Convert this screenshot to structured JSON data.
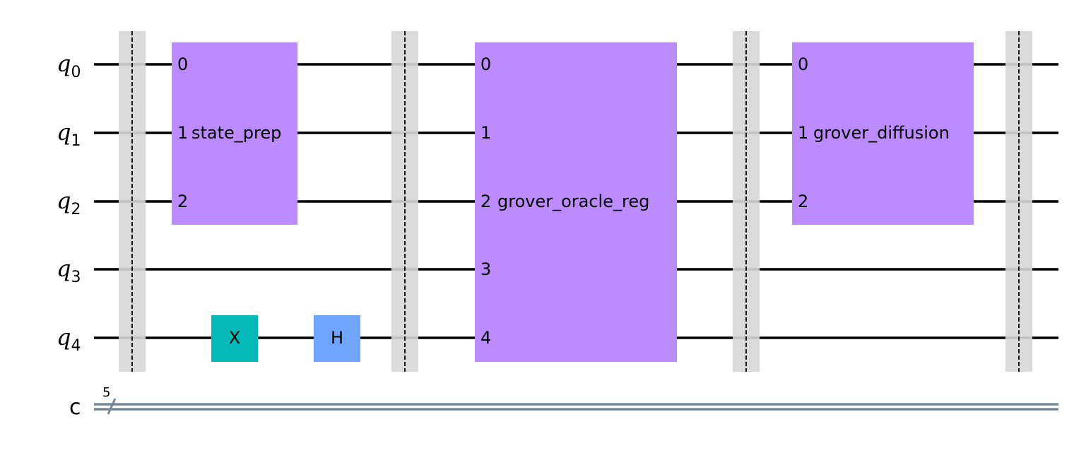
{
  "qubits": [
    {
      "base": "q",
      "index": "0"
    },
    {
      "base": "q",
      "index": "1"
    },
    {
      "base": "q",
      "index": "2"
    },
    {
      "base": "q",
      "index": "3"
    },
    {
      "base": "q",
      "index": "4"
    }
  ],
  "classical": {
    "name": "c",
    "width": "5"
  },
  "gates": {
    "state_prep": {
      "name": "state_prep",
      "ports": [
        "0",
        "1",
        "2"
      ],
      "color": "#bb8bff"
    },
    "grover_oracle_reg": {
      "name": "grover_oracle_reg",
      "ports": [
        "0",
        "1",
        "2",
        "3",
        "4"
      ],
      "color": "#bb8bff"
    },
    "grover_diffusion": {
      "name": "grover_diffusion",
      "ports": [
        "0",
        "1",
        "2"
      ],
      "color": "#bb8bff"
    },
    "x_gate": {
      "name": "X",
      "color": "#05bab6"
    },
    "h_gate": {
      "name": "H",
      "color": "#6fa4ff"
    }
  },
  "colors": {
    "barrier": "#d7d7d7",
    "classical_wire": "#778899"
  }
}
